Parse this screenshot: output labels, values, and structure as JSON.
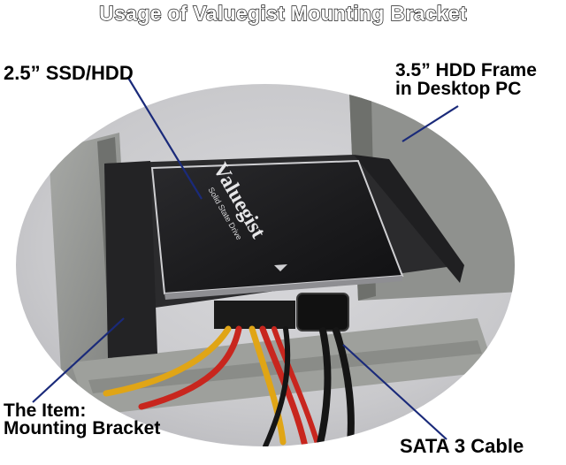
{
  "title": "Usage of Valuegist Mounting Bracket",
  "labels": {
    "ssd": "2.5” SSD/HDD",
    "frame_line1": "3.5” HDD Frame",
    "frame_line2": "in Desktop PC",
    "item_line1": "The Item:",
    "item_line2": "Mounting Bracket",
    "cable": "SATA 3 Cable"
  },
  "drive": {
    "brand": "Valuegist",
    "subtitle": "Solid State Drive"
  },
  "colors": {
    "callout_line": "#1a2a7a",
    "drive_body": "#1c1c1e",
    "bracket": "#2a2a2c",
    "frame_metal": "#9a9c98",
    "wire_red": "#c8261e",
    "wire_yellow": "#e0a516",
    "wire_black": "#151515"
  }
}
